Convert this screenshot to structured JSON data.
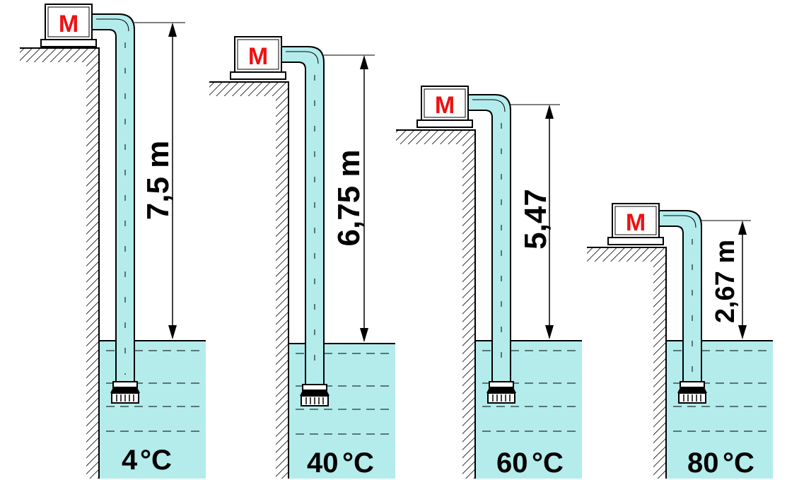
{
  "colors": {
    "water": "#b4ecec",
    "motor_text": "#ee1111",
    "line": "#000000"
  },
  "pumps": [
    {
      "motor_label": "M",
      "height_label": "7,5 m",
      "temp_value": "4",
      "temp_unit": "°C"
    },
    {
      "motor_label": "M",
      "height_label": "6,75 m",
      "temp_value": "40",
      "temp_unit": "°C"
    },
    {
      "motor_label": "M",
      "height_label": "5,47",
      "temp_value": "60",
      "temp_unit": "°C"
    },
    {
      "motor_label": "M",
      "height_label": "2,67 m",
      "temp_value": "80",
      "temp_unit": "°C"
    }
  ]
}
